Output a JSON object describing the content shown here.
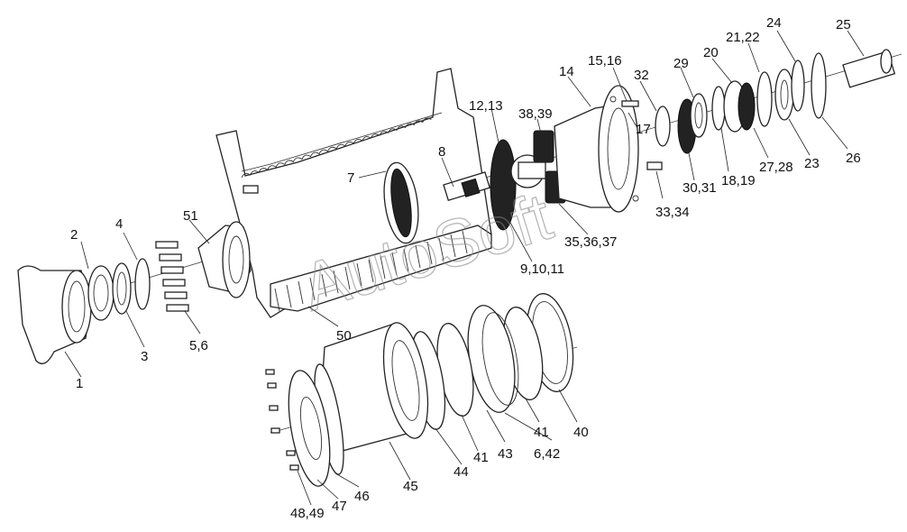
{
  "watermark": "AutoSoft",
  "labels": {
    "p1": "1",
    "p2": "2",
    "p3": "3",
    "p4": "4",
    "p5_6": "5,6",
    "p7": "7",
    "p8": "8",
    "p9_11": "9,10,11",
    "p12_13": "12,13",
    "p14": "14",
    "p15_16": "15,16",
    "p17": "17",
    "p18_19": "18,19",
    "p20": "20",
    "p21_22": "21,22",
    "p23": "23",
    "p24": "24",
    "p25": "25",
    "p26": "26",
    "p27_28": "27,28",
    "p29": "29",
    "p30_31": "30,31",
    "p32": "32",
    "p33_34": "33,34",
    "p35_37": "35,36,37",
    "p38_39": "38,39",
    "p40": "40",
    "p41a": "41",
    "p41b": "41",
    "p43": "43",
    "p44": "44",
    "p45": "45",
    "p46": "46",
    "p47": "47",
    "p48_49": "48,49",
    "p50": "50",
    "p51": "51",
    "p6_42": "6,42"
  }
}
